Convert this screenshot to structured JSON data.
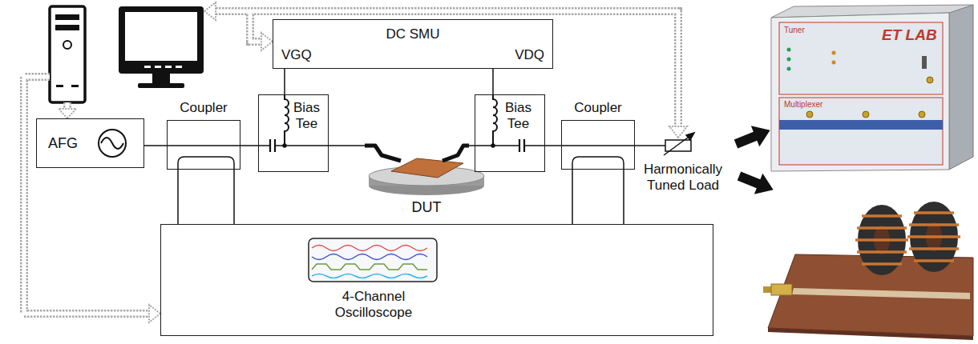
{
  "diagram": {
    "nodes": [
      {
        "text": [
          "DC SMU",
          "VGQ",
          "VDQ"
        ]
      },
      {
        "text": [
          "AFG"
        ]
      },
      {
        "text": [
          "Coupler"
        ]
      },
      {
        "text": [
          "Bias Tee"
        ]
      },
      {
        "text": [
          "Bias Tee"
        ]
      },
      {
        "text": [
          "Coupler"
        ]
      },
      {
        "text": [
          "4-Channel Oscilloscope"
        ]
      }
    ],
    "edges": [
      {
        "from": 1,
        "to": 2,
        "arrow": "none"
      },
      {
        "from": 2,
        "to": 3,
        "arrow": "none"
      },
      {
        "from": 0,
        "to": 3,
        "arrow": "none"
      },
      {
        "from": 0,
        "to": 4,
        "arrow": "none"
      },
      {
        "from": 4,
        "to": 5,
        "arrow": "none"
      },
      {
        "from": 2,
        "to": 6,
        "arrow": "none"
      },
      {
        "from": 2,
        "to": 6,
        "arrow": "none"
      },
      {
        "from": 5,
        "to": 6,
        "arrow": "none"
      },
      {
        "from": 5,
        "to": 6,
        "arrow": "none"
      }
    ],
    "labels": [
      "DUT",
      "Harmonically Tuned Load",
      "ET LAB",
      "Tuner",
      "Multiplexer"
    ]
  }
}
